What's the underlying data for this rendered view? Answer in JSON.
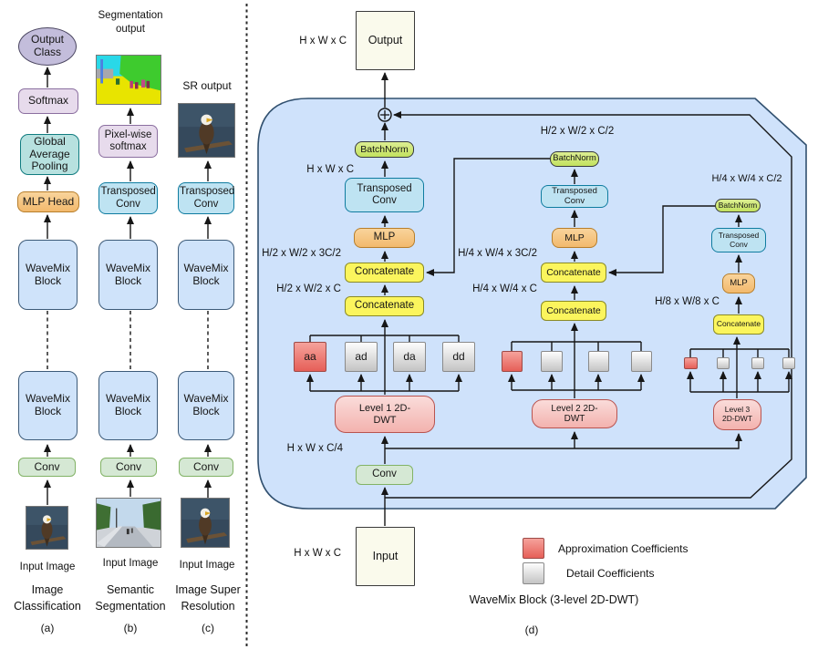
{
  "figure": {
    "panels": {
      "a": {
        "tag": "(a)",
        "task": "Image Classification",
        "input_caption": "Input Image",
        "boxes": {
          "output_class": "Output Class",
          "softmax": "Softmax",
          "gap": "Global Average Pooling",
          "mlp_head": "MLP Head",
          "wavemix_top": "WaveMix Block",
          "wavemix_bottom": "WaveMix Block",
          "conv": "Conv"
        }
      },
      "b": {
        "tag": "(b)",
        "task": "Semantic Segmentation",
        "output_caption": "Segmentation output",
        "input_caption": "Input Image",
        "boxes": {
          "pixelwise_softmax": "Pixel-wise softmax",
          "transposed_conv": "Transposed Conv",
          "wavemix_top": "WaveMix Block",
          "wavemix_bottom": "WaveMix Block",
          "conv": "Conv"
        }
      },
      "c": {
        "tag": "(c)",
        "task": "Image Super Resolution",
        "output_caption": "SR output",
        "input_caption": "Input Image",
        "boxes": {
          "transposed_conv": "Transposed Conv",
          "wavemix_top": "WaveMix Block",
          "wavemix_bottom": "WaveMix Block",
          "conv": "Conv"
        }
      },
      "d": {
        "tag": "(d)",
        "caption": "WaveMix Block (3-level 2D-DWT)",
        "io": {
          "output": "Output",
          "input": "Input",
          "conv": "Conv"
        },
        "dims": {
          "output": "H x W x C",
          "tconv1_out": "H x W x C",
          "l1_concat_upper": "H/2 x W/2 x 3C/2",
          "l1_concat_lower": "H/2 x W/2 x C",
          "conv_out": "H x W x C/4",
          "input": "H x W x C",
          "l2_out": "H/2 x W/2 x C/2",
          "l2_concat_upper": "H/4 x W/4 x 3C/2",
          "l2_concat_lower": "H/4 x W/4 x C",
          "l3_out": "H/4 x W/4 x C/2",
          "l3_concat": "H/8 x W/8 x C"
        },
        "level1": {
          "batchnorm": "BatchNorm",
          "transposed_conv": "Transposed Conv",
          "mlp": "MLP",
          "concat_upper": "Concatenate",
          "concat_lower": "Concatenate",
          "coeffs": [
            "aa",
            "ad",
            "da",
            "dd"
          ],
          "dwt": "Level 1 2D-DWT"
        },
        "level2": {
          "batchnorm": "BatchNorm",
          "transposed_conv": "Transposed Conv",
          "mlp": "MLP",
          "concat_upper": "Concatenate",
          "concat_lower": "Concatenate",
          "dwt": "Level 2 2D-DWT"
        },
        "level3": {
          "batchnorm": "BatchNorm",
          "transposed_conv": "Transposed Conv",
          "mlp": "MLP",
          "concat": "Concatenate",
          "dwt": "Level 3 2D-DWT"
        },
        "legend": {
          "approximation": "Approximation Coefficients",
          "detail": "Detail Coefficients"
        }
      }
    },
    "colors": {
      "container_fill": "#cfe2fb",
      "container_stroke": "#31506f",
      "blue_box": "#cfe3fa",
      "cyan_box": "#bee3f2",
      "green_box": "#d5e8d4",
      "orange_box": "#f6c685",
      "yellow_box": "#fbf55d",
      "batchnorm_green": "#cde876",
      "pink_dwt": "#f8cecc",
      "red_coeff": "#ea655f",
      "gray_coeff": "#d9d9d9",
      "purple_box": "#e7dbec",
      "teal_box": "#b7e1df",
      "lavender_ellipse": "#c3bddb",
      "cream_box": "#fafaec",
      "wire": "#161616"
    }
  }
}
